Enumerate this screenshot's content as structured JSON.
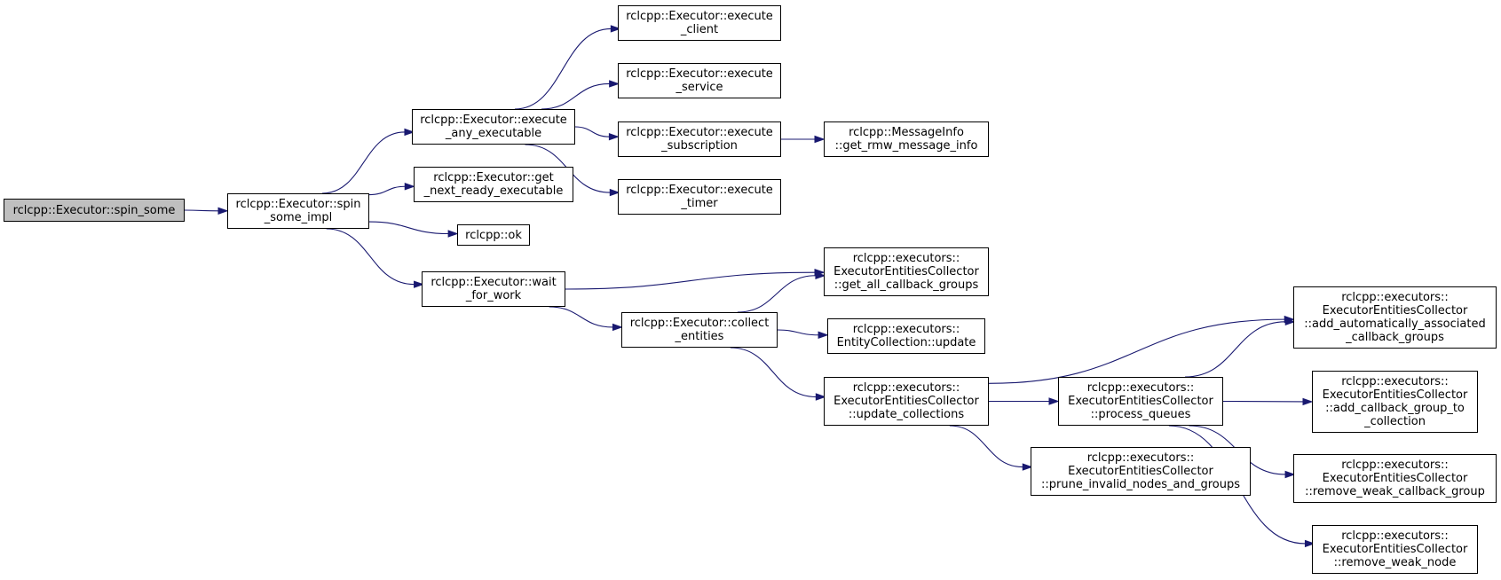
{
  "graph": {
    "edge_color": "#191970",
    "root_fill": "#bfbfbf",
    "nodes": {
      "spin_some": [
        "rclcpp::Executor::spin_some"
      ],
      "spin_some_impl": [
        "rclcpp::Executor::spin",
        "_some_impl"
      ],
      "execute_any_executable": [
        "rclcpp::Executor::execute",
        "_any_executable"
      ],
      "get_next_ready_executable": [
        "rclcpp::Executor::get",
        "_next_ready_executable"
      ],
      "ok": [
        "rclcpp::ok"
      ],
      "wait_for_work": [
        "rclcpp::Executor::wait",
        "_for_work"
      ],
      "execute_client": [
        "rclcpp::Executor::execute",
        "_client"
      ],
      "execute_service": [
        "rclcpp::Executor::execute",
        "_service"
      ],
      "execute_subscription": [
        "rclcpp::Executor::execute",
        "_subscription"
      ],
      "execute_timer": [
        "rclcpp::Executor::execute",
        "_timer"
      ],
      "get_rmw_message_info": [
        "rclcpp::MessageInfo",
        "::get_rmw_message_info"
      ],
      "get_all_callback_groups": [
        "rclcpp::executors::",
        "ExecutorEntitiesCollector",
        "::get_all_callback_groups"
      ],
      "collect_entities": [
        "rclcpp::Executor::collect",
        "_entities"
      ],
      "entity_collection_update": [
        "rclcpp::executors::",
        "EntityCollection::update"
      ],
      "update_collections": [
        "rclcpp::executors::",
        "ExecutorEntitiesCollector",
        "::update_collections"
      ],
      "process_queues": [
        "rclcpp::executors::",
        "ExecutorEntitiesCollector",
        "::process_queues"
      ],
      "prune_invalid": [
        "rclcpp::executors::",
        "ExecutorEntitiesCollector",
        "::prune_invalid_nodes_and_groups"
      ],
      "add_auto_assoc": [
        "rclcpp::executors::",
        "ExecutorEntitiesCollector",
        "::add_automatically_associated",
        "_callback_groups"
      ],
      "add_cb_group": [
        "rclcpp::executors::",
        "ExecutorEntitiesCollector",
        "::add_callback_group_to",
        "_collection"
      ],
      "remove_weak_cb": [
        "rclcpp::executors::",
        "ExecutorEntitiesCollector",
        "::remove_weak_callback_group"
      ],
      "remove_weak_node": [
        "rclcpp::executors::",
        "ExecutorEntitiesCollector",
        "::remove_weak_node"
      ]
    },
    "edges": [
      [
        "spin_some",
        "spin_some_impl"
      ],
      [
        "spin_some_impl",
        "execute_any_executable"
      ],
      [
        "spin_some_impl",
        "get_next_ready_executable"
      ],
      [
        "spin_some_impl",
        "ok"
      ],
      [
        "spin_some_impl",
        "wait_for_work"
      ],
      [
        "execute_any_executable",
        "execute_client"
      ],
      [
        "execute_any_executable",
        "execute_service"
      ],
      [
        "execute_any_executable",
        "execute_subscription"
      ],
      [
        "execute_any_executable",
        "execute_timer"
      ],
      [
        "execute_subscription",
        "get_rmw_message_info"
      ],
      [
        "wait_for_work",
        "get_all_callback_groups"
      ],
      [
        "wait_for_work",
        "collect_entities"
      ],
      [
        "collect_entities",
        "get_all_callback_groups"
      ],
      [
        "collect_entities",
        "entity_collection_update"
      ],
      [
        "collect_entities",
        "update_collections"
      ],
      [
        "update_collections",
        "add_auto_assoc"
      ],
      [
        "update_collections",
        "process_queues"
      ],
      [
        "update_collections",
        "prune_invalid"
      ],
      [
        "process_queues",
        "add_auto_assoc"
      ],
      [
        "process_queues",
        "add_cb_group"
      ],
      [
        "process_queues",
        "remove_weak_cb"
      ],
      [
        "process_queues",
        "remove_weak_node"
      ]
    ]
  }
}
